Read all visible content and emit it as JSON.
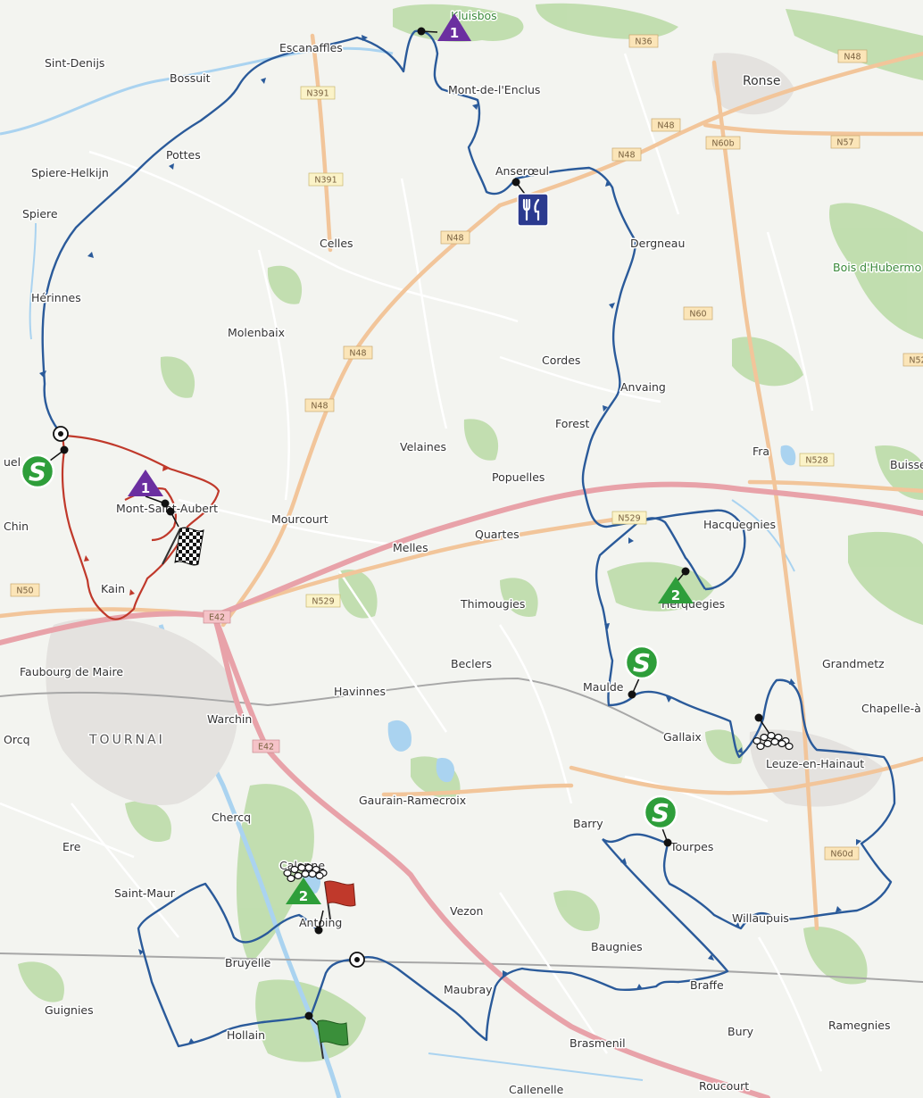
{
  "places": [
    {
      "id": "sint-denijs",
      "label": "Sint-Denijs"
    },
    {
      "id": "bossuit",
      "label": "Bossuit"
    },
    {
      "id": "escanaffles",
      "label": "Escanaffles"
    },
    {
      "id": "kluisbos",
      "label": "Kluisbos"
    },
    {
      "id": "mont-de-l-enclus",
      "label": "Mont-de-l'Enclus"
    },
    {
      "id": "ronse",
      "label": "Ronse"
    },
    {
      "id": "pottes",
      "label": "Pottes"
    },
    {
      "id": "spiere-helkijn",
      "label": "Spiere-Helkijn"
    },
    {
      "id": "spiere",
      "label": "Spiere"
    },
    {
      "id": "anserœul",
      "label": "Anserœul"
    },
    {
      "id": "celles",
      "label": "Celles"
    },
    {
      "id": "dergneau",
      "label": "Dergneau"
    },
    {
      "id": "bois-d-hubermont",
      "label": "Bois d'Hubermo"
    },
    {
      "id": "herinnes",
      "label": "Hérinnes"
    },
    {
      "id": "molenbaix",
      "label": "Molenbaix"
    },
    {
      "id": "cordes",
      "label": "Cordes"
    },
    {
      "id": "anvaing",
      "label": "Anvaing"
    },
    {
      "id": "forest",
      "label": "Forest"
    },
    {
      "id": "velaines",
      "label": "Velaines"
    },
    {
      "id": "fra",
      "label": "Fra"
    },
    {
      "id": "buisse",
      "label": "Buisse"
    },
    {
      "id": "popuelles",
      "label": "Popuelles"
    },
    {
      "id": "uel",
      "label": "uel"
    },
    {
      "id": "mont-saint-aubert",
      "label": "Mont-Saint-Aubert"
    },
    {
      "id": "mourcourt",
      "label": "Mourcourt"
    },
    {
      "id": "hacquegnies",
      "label": "Hacquegnies"
    },
    {
      "id": "chin",
      "label": "Chin"
    },
    {
      "id": "quartes",
      "label": "Quartes"
    },
    {
      "id": "melles",
      "label": "Melles"
    },
    {
      "id": "kain",
      "label": "Kain"
    },
    {
      "id": "thimougies",
      "label": "Thimougies"
    },
    {
      "id": "herquegies",
      "label": "Herquegies"
    },
    {
      "id": "faubourg-de-maire",
      "label": "Faubourg de Maire"
    },
    {
      "id": "beclers",
      "label": "Beclers"
    },
    {
      "id": "grandmetz",
      "label": "Grandmetz"
    },
    {
      "id": "havinnes",
      "label": "Havinnes"
    },
    {
      "id": "maulde",
      "label": "Maulde"
    },
    {
      "id": "chapelle-a",
      "label": "Chapelle-à"
    },
    {
      "id": "warchin",
      "label": "Warchin"
    },
    {
      "id": "orcq",
      "label": "Orcq"
    },
    {
      "id": "tournai",
      "label": "TOURNAI"
    },
    {
      "id": "gallaix",
      "label": "Gallaix"
    },
    {
      "id": "leuze-en-hainaut",
      "label": "Leuze-en-Hainaut"
    },
    {
      "id": "gaurain-ramecroix",
      "label": "Gaurain-Ramecroix"
    },
    {
      "id": "chercq",
      "label": "Chercq"
    },
    {
      "id": "barry",
      "label": "Barry"
    },
    {
      "id": "tourpes",
      "label": "Tourpes"
    },
    {
      "id": "ere",
      "label": "Ere"
    },
    {
      "id": "calonne",
      "label": "Calonne"
    },
    {
      "id": "saint-maur",
      "label": "Saint-Maur"
    },
    {
      "id": "vezon",
      "label": "Vezon"
    },
    {
      "id": "antoing",
      "label": "Antoing"
    },
    {
      "id": "willaupuis",
      "label": "Willaupuis"
    },
    {
      "id": "baugnies",
      "label": "Baugnies"
    },
    {
      "id": "bruyelle",
      "label": "Bruyelle"
    },
    {
      "id": "braffe",
      "label": "Braffe"
    },
    {
      "id": "maubray",
      "label": "Maubray"
    },
    {
      "id": "guignies",
      "label": "Guignies"
    },
    {
      "id": "ramegnies",
      "label": "Ramegnies"
    },
    {
      "id": "hollain",
      "label": "Hollain"
    },
    {
      "id": "bury",
      "label": "Bury"
    },
    {
      "id": "brasmenil",
      "label": "Brasmenil"
    },
    {
      "id": "roucourt",
      "label": "Roucourt"
    },
    {
      "id": "callenelle",
      "label": "Callenelle"
    }
  ],
  "roads": [
    {
      "id": "n36",
      "label": "N36"
    },
    {
      "id": "n48-ne",
      "label": "N48"
    },
    {
      "id": "n391-a",
      "label": "N391"
    },
    {
      "id": "n391-b",
      "label": "N391"
    },
    {
      "id": "n48-a",
      "label": "N48"
    },
    {
      "id": "n60b",
      "label": "N60b"
    },
    {
      "id": "n57",
      "label": "N57"
    },
    {
      "id": "n48-b",
      "label": "N48"
    },
    {
      "id": "n48-c",
      "label": "N48"
    },
    {
      "id": "n60",
      "label": "N60"
    },
    {
      "id": "n48-d",
      "label": "N48"
    },
    {
      "id": "n48-e",
      "label": "N48"
    },
    {
      "id": "n52",
      "label": "N52"
    },
    {
      "id": "n528",
      "label": "N528"
    },
    {
      "id": "n529-a",
      "label": "N529"
    },
    {
      "id": "n529-b",
      "label": "N529"
    },
    {
      "id": "n50",
      "label": "N50"
    },
    {
      "id": "e42-a",
      "label": "E42"
    },
    {
      "id": "e42-b",
      "label": "E42"
    },
    {
      "id": "n60d",
      "label": "N60d"
    }
  ],
  "markers": {
    "climb_1_kluisbos": "1",
    "climb_1_mont_saint_aubert": "1",
    "climb_2_herquegies": "2",
    "climb_2_calonne": "2",
    "sprint_letter": "S"
  },
  "colors": {
    "main_route": "#2a5a9a",
    "final_circuit": "#c0392b",
    "climb_cat_1": "#6b2fa0",
    "climb_cat_2": "#2e9e3a",
    "sprint": "#2e9e3a",
    "feed_zone": "#2b3a8f",
    "start_flag": "#3a8f3a",
    "finish_flag_red": "#c0392b",
    "motorway": "#e8a2a9",
    "main_road": "#f2c59a",
    "forest": "#b7d9a4",
    "water": "#aad3f0"
  }
}
